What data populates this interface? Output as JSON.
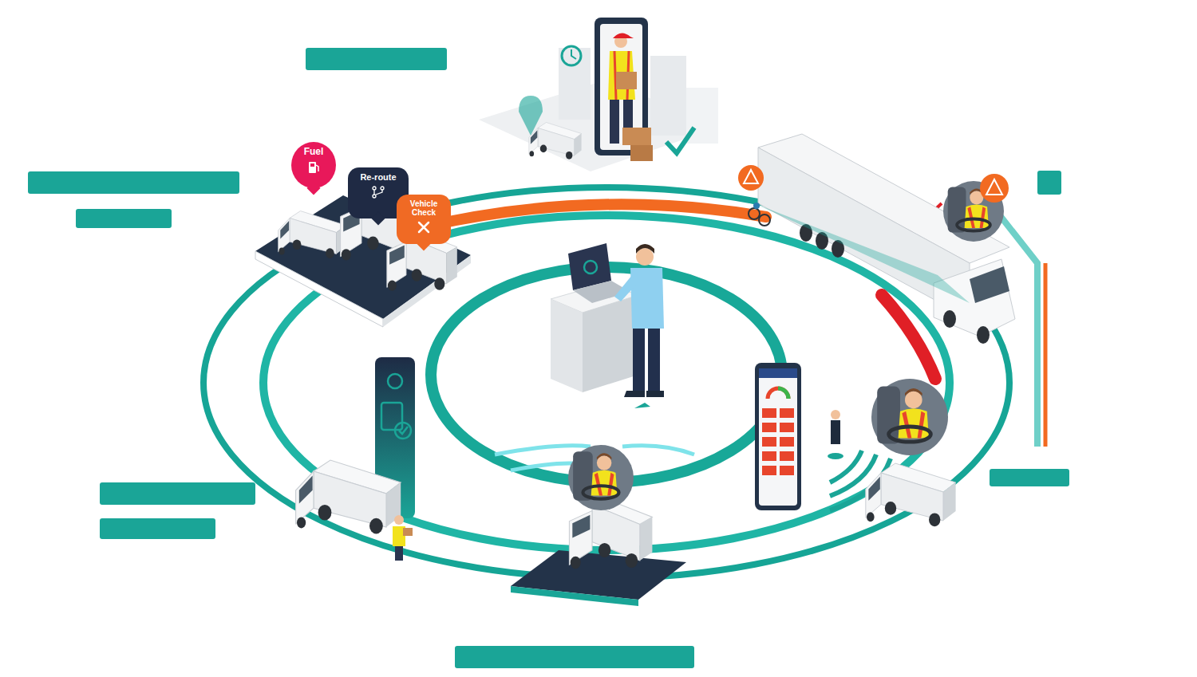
{
  "diagram": {
    "nodes": [
      {
        "text": [
          "Fuel"
        ]
      },
      {
        "text": [
          "Re-route"
        ]
      },
      {
        "text": [
          "Vehicle Check"
        ]
      }
    ]
  }
}
